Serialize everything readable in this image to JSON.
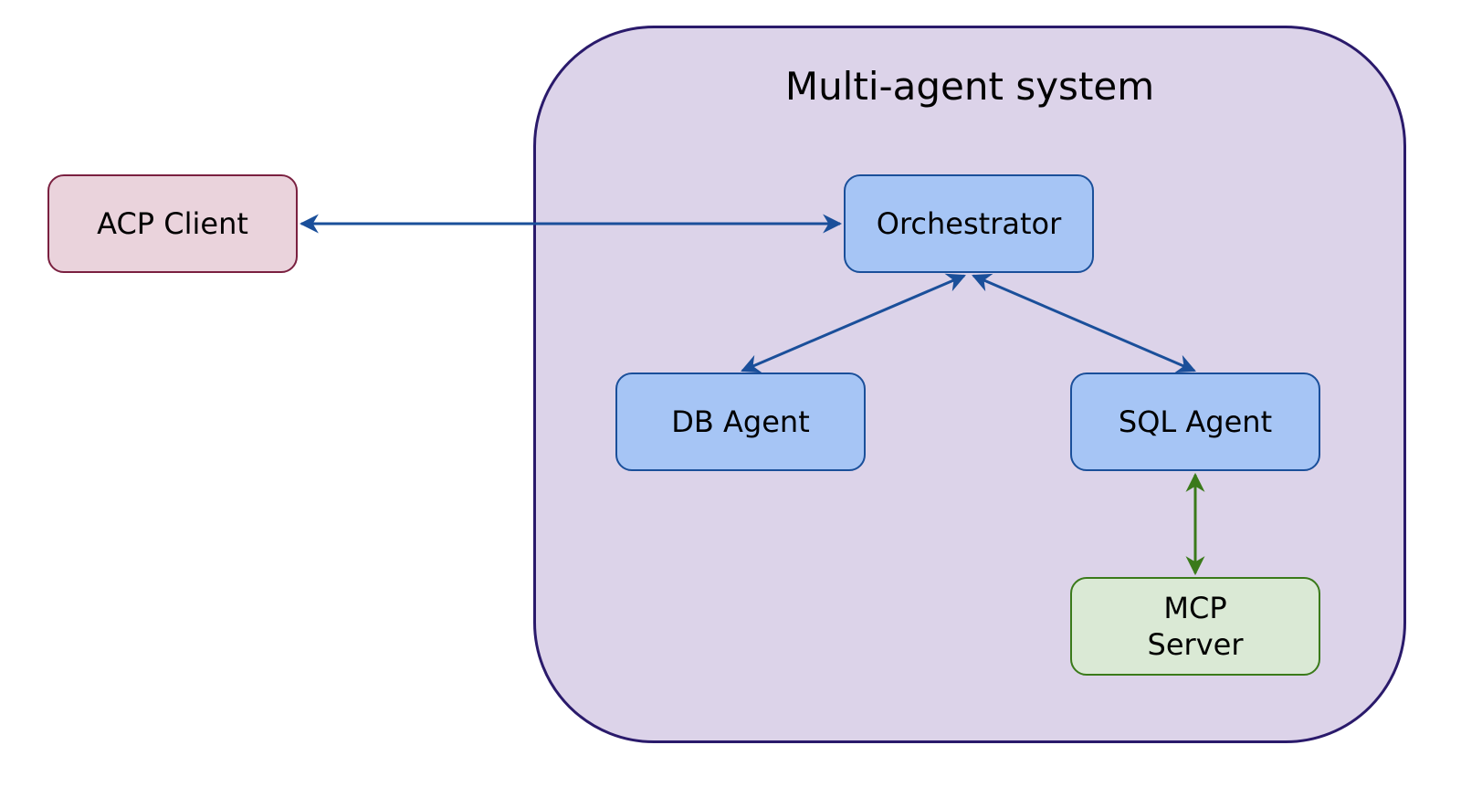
{
  "diagram": {
    "container_title": "Multi-agent system",
    "nodes": {
      "acp_client": "ACP Client",
      "orchestrator": "Orchestrator",
      "db_agent": "DB Agent",
      "sql_agent": "SQL Agent",
      "mcp_server_line1": "MCP",
      "mcp_server_line2": "Server"
    },
    "edges": [
      {
        "from": "ACP Client",
        "to": "Orchestrator",
        "direction": "bidirectional",
        "color": "#1a4f9a"
      },
      {
        "from": "Orchestrator",
        "to": "DB Agent",
        "direction": "bidirectional",
        "color": "#1a4f9a"
      },
      {
        "from": "Orchestrator",
        "to": "SQL Agent",
        "direction": "bidirectional",
        "color": "#1a4f9a"
      },
      {
        "from": "SQL Agent",
        "to": "MCP Server",
        "direction": "bidirectional",
        "color": "#3a7a1a"
      }
    ],
    "colors": {
      "container_fill": "#dcd3e9",
      "container_border": "#2a1a6b",
      "client_fill": "#ead3dc",
      "client_border": "#7a2040",
      "agent_fill": "#a6c5f5",
      "agent_border": "#1a4f9a",
      "server_fill": "#dae9d5",
      "server_border": "#3a7a1a"
    }
  }
}
